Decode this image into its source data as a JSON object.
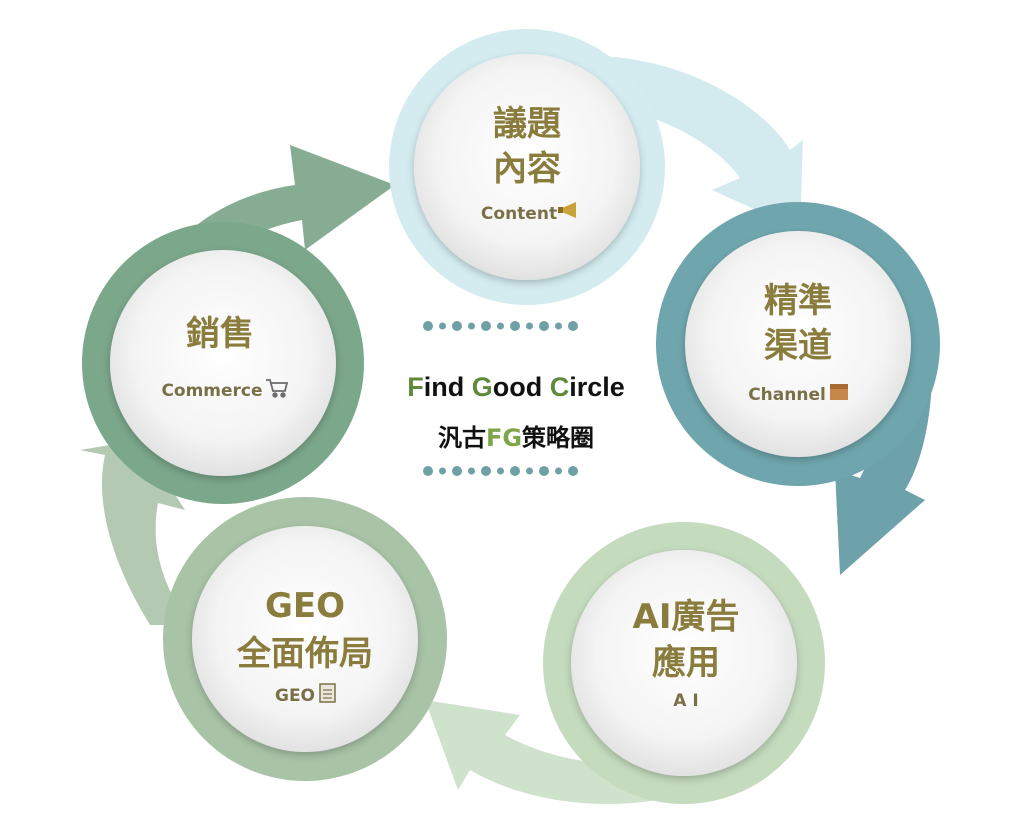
{
  "center": {
    "title_parts": [
      {
        "text": "F",
        "hl": true
      },
      {
        "text": "ind ",
        "hl": false
      },
      {
        "text": "G",
        "hl": true
      },
      {
        "text": "ood ",
        "hl": false
      },
      {
        "text": "C",
        "hl": true
      },
      {
        "text": "ircle",
        "hl": false
      }
    ],
    "subtitle_parts": [
      {
        "text": "汎古",
        "hl": false
      },
      {
        "text": "FG",
        "hl": true
      },
      {
        "text": "策略圈",
        "hl": false
      }
    ]
  },
  "nodes": [
    {
      "id": "content",
      "line1": "議題",
      "line2": "內容",
      "sub": "Content",
      "icon": "megaphone-icon"
    },
    {
      "id": "channel",
      "line1": "精準",
      "line2": "渠道",
      "sub": "Channel",
      "icon": "package-icon"
    },
    {
      "id": "ai",
      "line1": "AI廣告",
      "line2": "應用",
      "sub": "A I",
      "icon": ""
    },
    {
      "id": "geo",
      "line1": "GEO",
      "line2": "全面佈局",
      "sub": "GEO",
      "icon": "clipboard-icon"
    },
    {
      "id": "commerce",
      "line1": "銷售",
      "line2": "",
      "sub": "Commerce",
      "icon": "cart-icon"
    }
  ],
  "colors": {
    "content": "#cfe8ec",
    "channel": "#72a6ad",
    "ai": "#bfd6b8",
    "geo": "#a8c2a6",
    "commerce": "#7aa58a",
    "dots": "#6fa0a6"
  }
}
